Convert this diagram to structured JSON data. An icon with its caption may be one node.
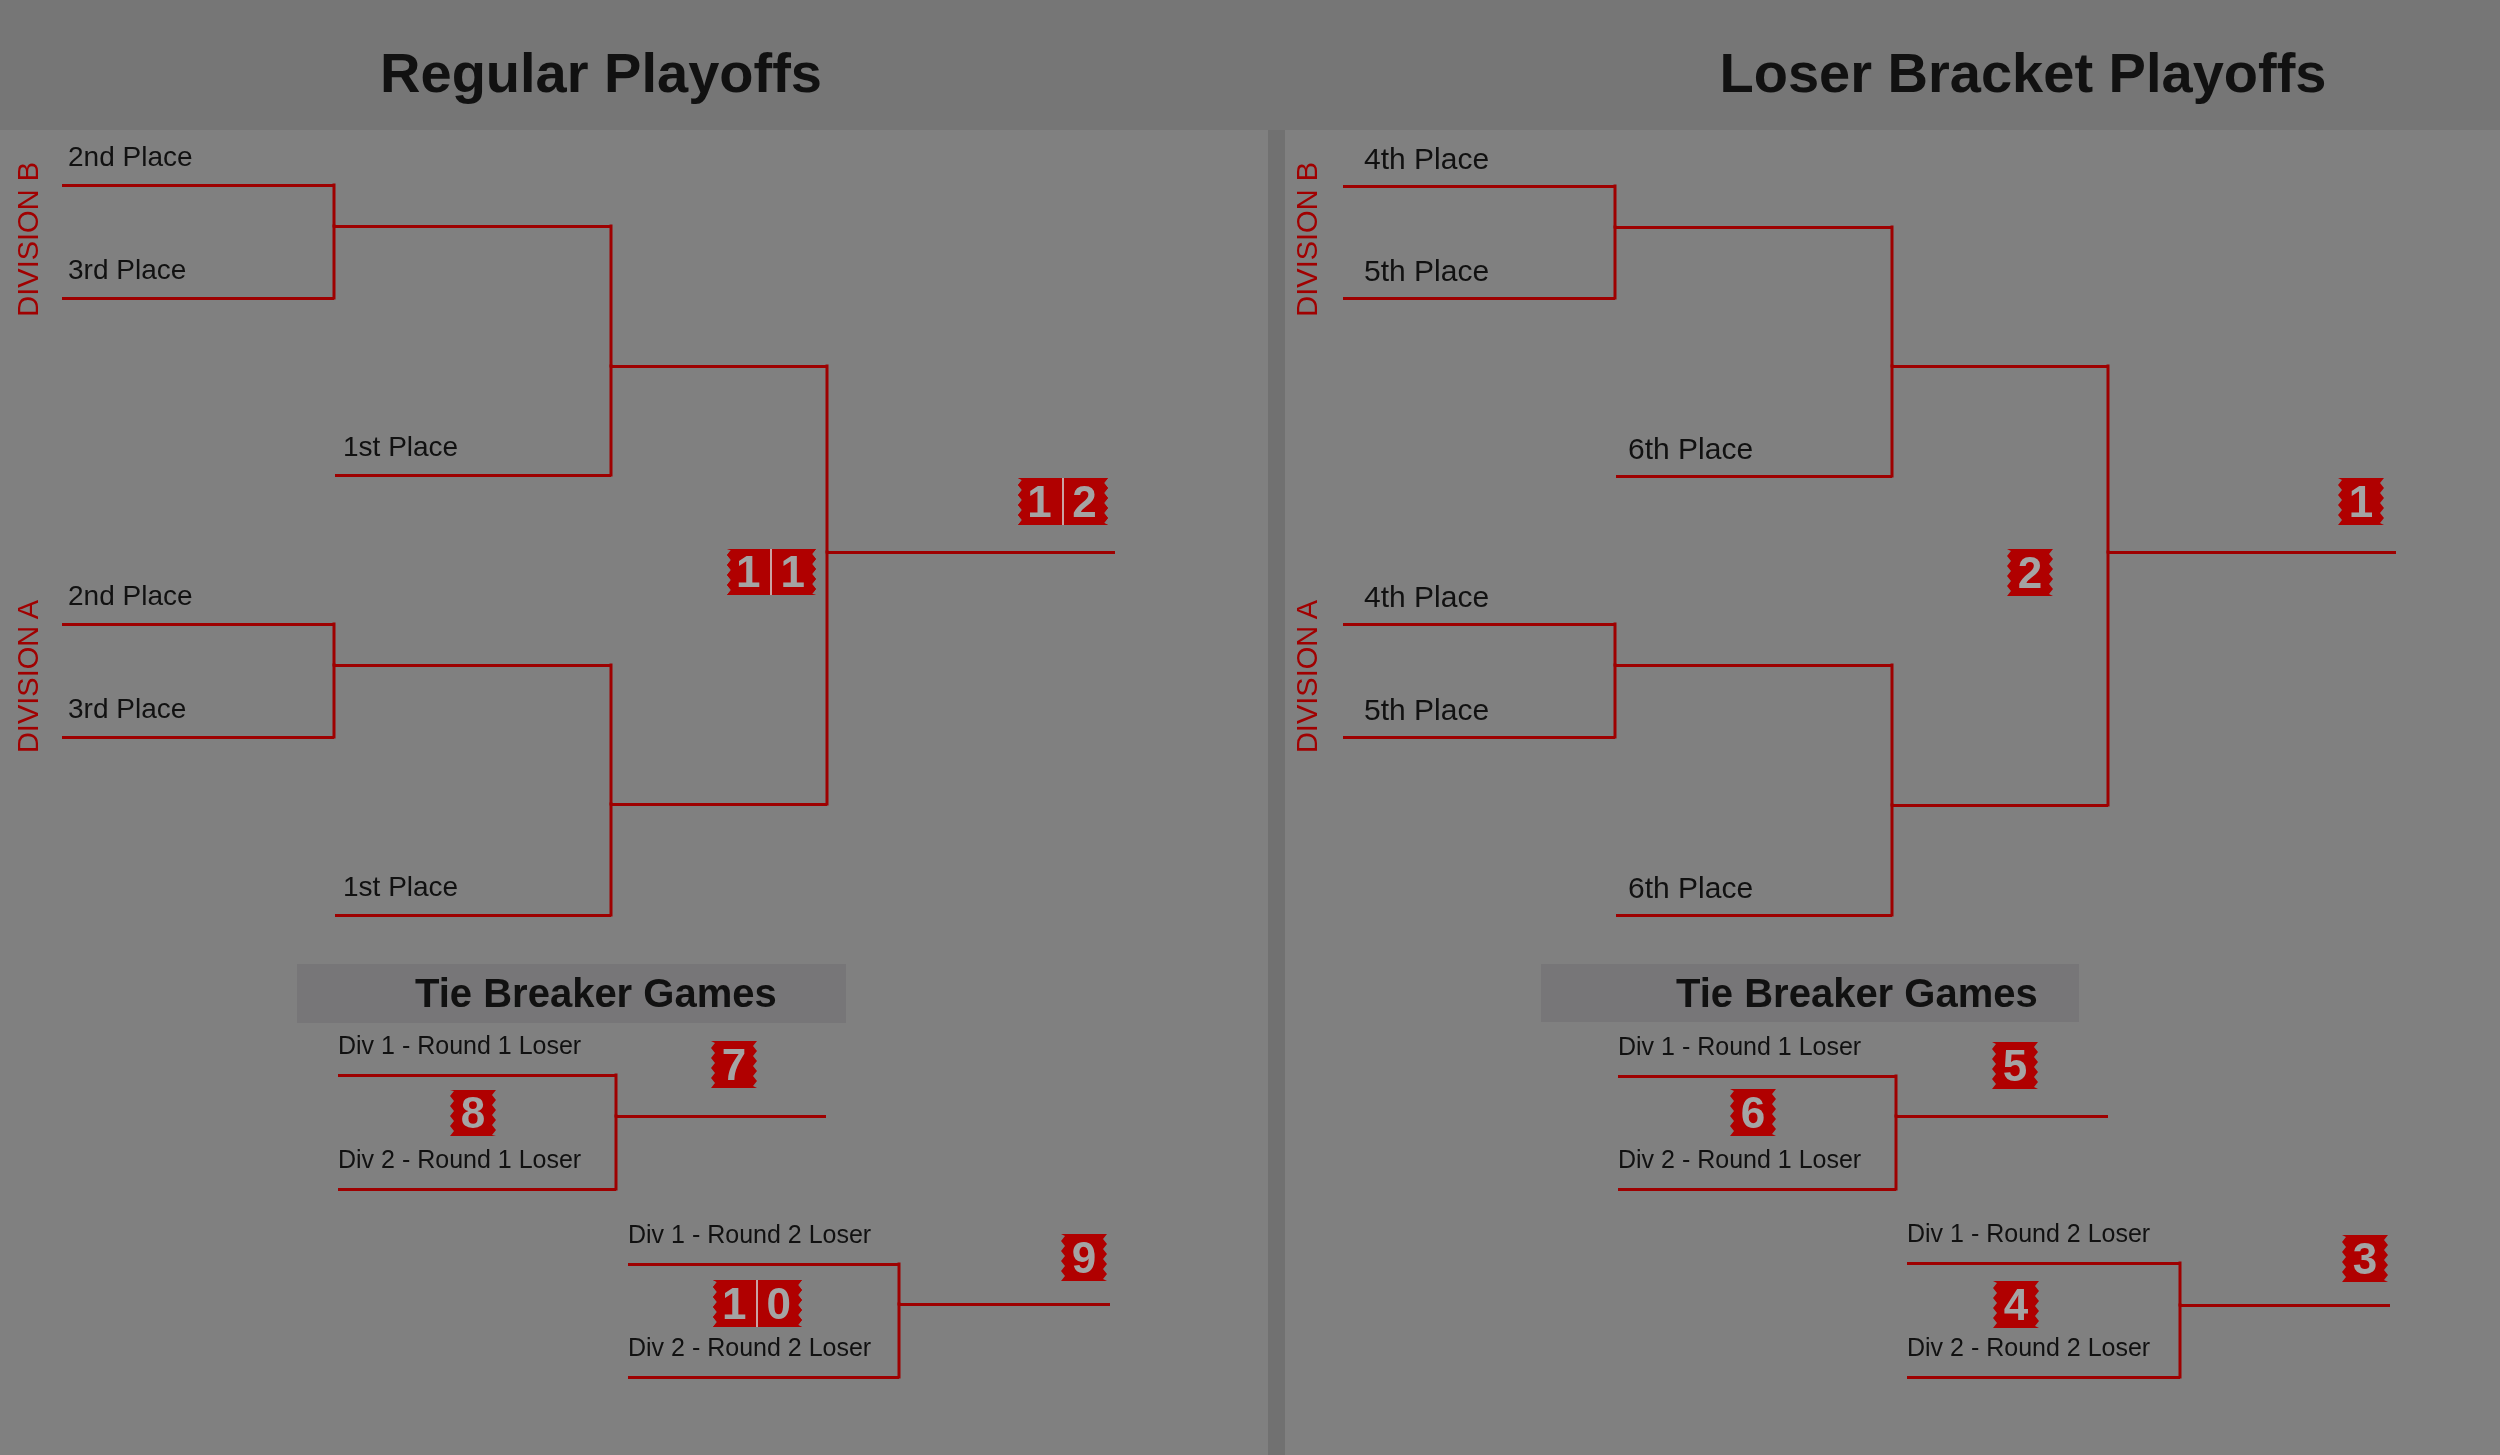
{
  "diagram": {
    "nodes": [
      {
        "text": [
          "Regular Playoffs"
        ]
      },
      {
        "text": [
          "2nd Place"
        ],
        "in": 0
      },
      {
        "text": [
          "3rd Place"
        ],
        "in": 0
      },
      {
        "text": [],
        "shape": "line",
        "in": 0
      },
      {
        "text": [
          "1st Place"
        ],
        "in": 0
      },
      {
        "text": [],
        "shape": "line",
        "in": 0
      },
      {
        "text": [
          "2nd Place"
        ],
        "in": 0
      },
      {
        "text": [
          "3rd Place"
        ],
        "in": 0
      },
      {
        "text": [],
        "shape": "line",
        "in": 0
      },
      {
        "text": [
          "1st Place"
        ],
        "in": 0
      },
      {
        "text": [],
        "shape": "line",
        "in": 0
      },
      {
        "text": [],
        "shape": "line",
        "in": 0
      },
      {
        "text": [
          "12"
        ],
        "in": 0
      },
      {
        "text": [
          "11"
        ],
        "in": 0
      },
      {
        "text": [
          "Tie Breaker Games"
        ],
        "in": 0
      },
      {
        "text": [
          "Div 1 - Round 1 Loser"
        ],
        "in": 0
      },
      {
        "text": [
          "7"
        ],
        "in": 0
      },
      {
        "text": [
          "8"
        ],
        "in": 0
      },
      {
        "text": [
          "Div 2 - Round 1 Loser"
        ],
        "in": 0
      },
      {
        "text": [],
        "shape": "line",
        "in": 0
      },
      {
        "text": [
          "Div 1 - Round 2 Loser"
        ],
        "in": 0
      },
      {
        "text": [
          "9"
        ],
        "in": 0
      },
      {
        "text": [
          "10"
        ],
        "in": 0
      },
      {
        "text": [
          "Div 2 - Round 2 Loser"
        ],
        "in": 0
      },
      {
        "text": [],
        "shape": "line",
        "in": 0
      },
      {
        "text": [
          "Loser Bracket Playoffs"
        ]
      },
      {
        "text": [
          "4th Place"
        ],
        "in": 25
      },
      {
        "text": [
          "5th Place"
        ],
        "in": 25
      },
      {
        "text": [],
        "shape": "line",
        "in": 25
      },
      {
        "text": [
          "6th Place"
        ],
        "in": 25
      },
      {
        "text": [],
        "shape": "line",
        "in": 25
      },
      {
        "text": [
          "4th Place"
        ],
        "in": 25
      },
      {
        "text": [
          "5th Place"
        ],
        "in": 25
      },
      {
        "text": [],
        "shape": "line",
        "in": 25
      },
      {
        "text": [
          "6th Place"
        ],
        "in": 25
      },
      {
        "text": [],
        "shape": "line",
        "in": 25
      },
      {
        "text": [],
        "shape": "line",
        "in": 25
      },
      {
        "text": [
          "1"
        ],
        "in": 25
      },
      {
        "text": [
          "2"
        ],
        "in": 25
      },
      {
        "text": [
          "Tie Breaker Games"
        ],
        "in": 25
      },
      {
        "text": [
          "Div 1 - Round 1 Loser"
        ],
        "in": 25
      },
      {
        "text": [
          "5"
        ],
        "in": 25
      },
      {
        "text": [
          "6"
        ],
        "in": 25
      },
      {
        "text": [
          "Div 2 - Round 1 Loser"
        ],
        "in": 25
      },
      {
        "text": [],
        "shape": "line",
        "in": 25
      },
      {
        "text": [
          "Div 1 - Round 2 Loser"
        ],
        "in": 25
      },
      {
        "text": [
          "3"
        ],
        "in": 25
      },
      {
        "text": [
          "4"
        ],
        "in": 25
      },
      {
        "text": [
          "Div 2 - Round 2 Loser"
        ],
        "in": 25
      },
      {
        "text": [],
        "shape": "line",
        "in": 25
      }
    ],
    "edges": [
      {
        "from": 1,
        "to": 3,
        "arrow": "none"
      },
      {
        "from": 2,
        "to": 3,
        "arrow": "none"
      },
      {
        "from": 3,
        "to": 5,
        "arrow": "none"
      },
      {
        "from": 4,
        "to": 5,
        "arrow": "none"
      },
      {
        "from": 6,
        "to": 8,
        "arrow": "none"
      },
      {
        "from": 7,
        "to": 8,
        "arrow": "none"
      },
      {
        "from": 8,
        "to": 10,
        "arrow": "none"
      },
      {
        "from": 9,
        "to": 10,
        "arrow": "none"
      },
      {
        "from": 5,
        "to": 11,
        "arrow": "none"
      },
      {
        "from": 10,
        "to": 11,
        "arrow": "none"
      },
      {
        "from": 15,
        "to": 19,
        "arrow": "none"
      },
      {
        "from": 18,
        "to": 19,
        "arrow": "none"
      },
      {
        "from": 20,
        "to": 24,
        "arrow": "none"
      },
      {
        "from": 23,
        "to": 24,
        "arrow": "none"
      },
      {
        "from": 26,
        "to": 28,
        "arrow": "none"
      },
      {
        "from": 27,
        "to": 28,
        "arrow": "none"
      },
      {
        "from": 28,
        "to": 30,
        "arrow": "none"
      },
      {
        "from": 29,
        "to": 30,
        "arrow": "none"
      },
      {
        "from": 31,
        "to": 33,
        "arrow": "none"
      },
      {
        "from": 32,
        "to": 33,
        "arrow": "none"
      },
      {
        "from": 33,
        "to": 35,
        "arrow": "none"
      },
      {
        "from": 34,
        "to": 35,
        "arrow": "none"
      },
      {
        "from": 30,
        "to": 36,
        "arrow": "none"
      },
      {
        "from": 35,
        "to": 36,
        "arrow": "none"
      },
      {
        "from": 40,
        "to": 44,
        "arrow": "none"
      },
      {
        "from": 43,
        "to": 44,
        "arrow": "none"
      },
      {
        "from": 45,
        "to": 49,
        "arrow": "none"
      },
      {
        "from": 48,
        "to": 49,
        "arrow": "none"
      }
    ],
    "labels": [
      "DIVISION B",
      "DIVISION A",
      "DIVISION B",
      "DIVISION A"
    ]
  }
}
